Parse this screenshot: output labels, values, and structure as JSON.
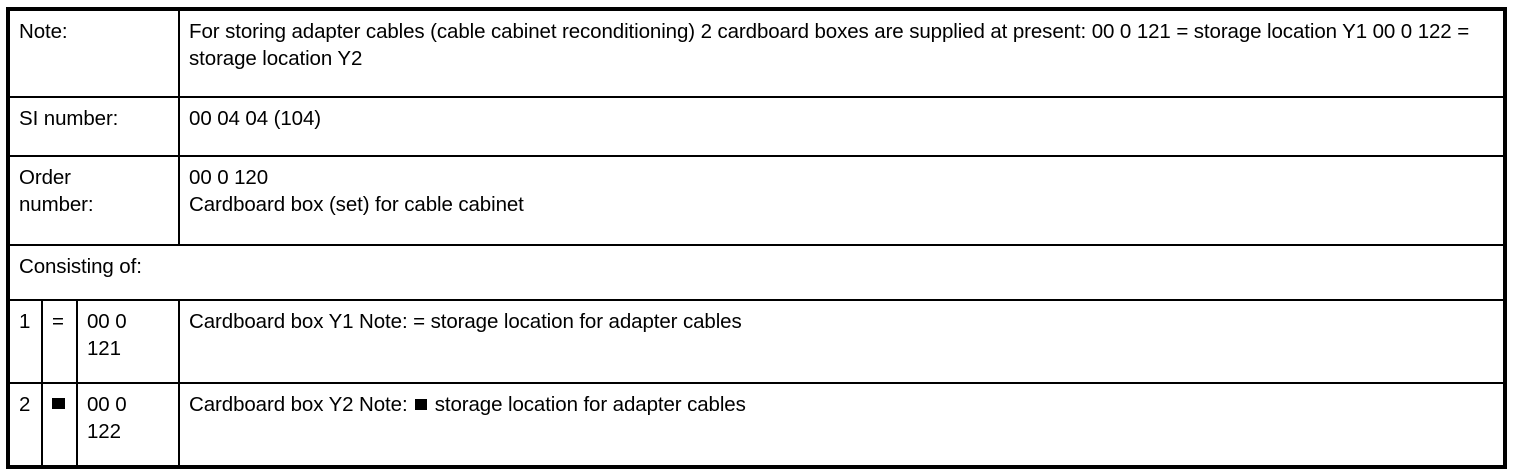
{
  "document": {
    "type": "parts-specification-table",
    "rows": {
      "note": {
        "label": "Note:",
        "text": "For storing adapter cables (cable cabinet reconditioning) 2 cardboard boxes are supplied at present: 00 0 121 = storage location Y1 00 0 122 = storage location Y2"
      },
      "si_number": {
        "label": "SI number:",
        "value": "00 04 04 (104)"
      },
      "order_number": {
        "label_line1": "Order",
        "label_line2": "number:",
        "value_line1": "00 0 120",
        "value_line2": "Cardboard box (set) for cable cabinet"
      },
      "consisting_of": {
        "label": "Consisting of:"
      }
    },
    "items": [
      {
        "index": "1",
        "symbol": "=",
        "symbol_kind": "equals",
        "part_line1": "00 0",
        "part_line2": "121",
        "description_before": "Cardboard box Y1 Note: ",
        "description_symbol": "=",
        "description_symbol_kind": "equals",
        "description_after": " storage location for adapter cables"
      },
      {
        "index": "2",
        "symbol": "■",
        "symbol_kind": "filled-square",
        "part_line1": "00 0",
        "part_line2": "122",
        "description_before": "Cardboard box Y2 Note: ",
        "description_symbol": "■",
        "description_symbol_kind": "filled-square",
        "description_after": " storage location for adapter cables"
      }
    ],
    "colors": {
      "ink": "#000000",
      "paper": "#ffffff"
    }
  }
}
